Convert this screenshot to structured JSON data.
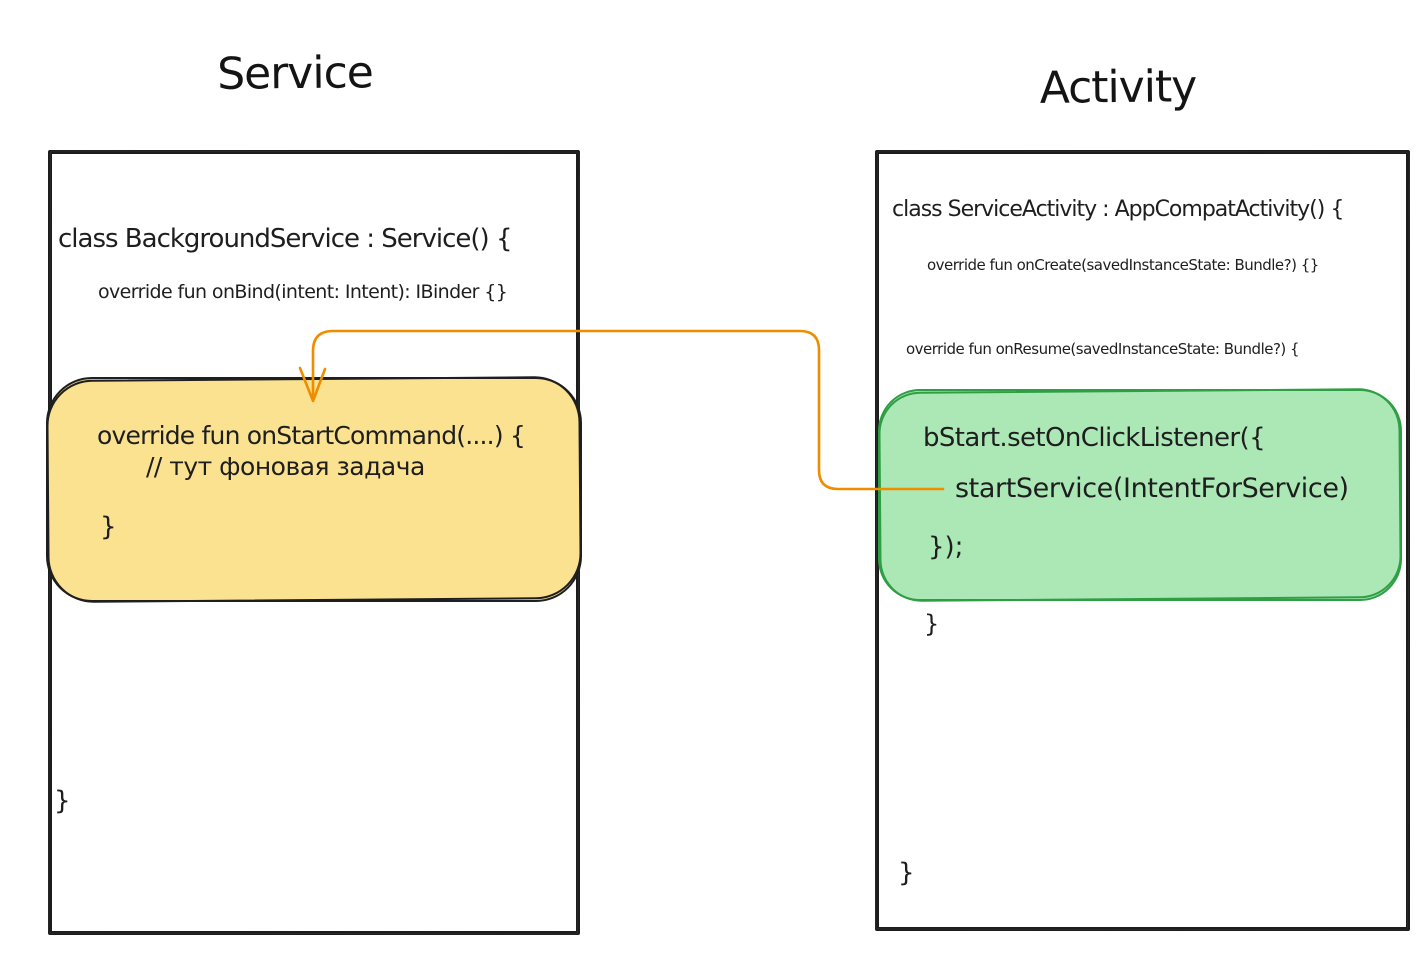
{
  "diagram": {
    "arrow_color": "#f08c00",
    "stroke_color": "#1c1c1c",
    "yellow_fill": "#fae291",
    "green_fill": "#abe8b6",
    "green_stroke": "#2f9e44",
    "arrow_meaning": "startService call triggers onStartCommand"
  },
  "service_panel": {
    "title": "Service",
    "code": {
      "class_decl": "class BackgroundService : Service() {",
      "on_bind": "override fun onBind(intent: Intent): IBinder {}",
      "close_brace": "}"
    },
    "highlight": {
      "line1": "override fun onStartCommand(....) {",
      "line2": "// тут фоновая задача",
      "line3": "}"
    }
  },
  "activity_panel": {
    "title": "Activity",
    "code": {
      "class_decl": "class ServiceActivity : AppCompatActivity() {",
      "on_create": "override fun onCreate(savedInstanceState: Bundle?) {}",
      "on_resume": "override fun onResume(savedInstanceState: Bundle?) {",
      "close_resume": "}",
      "close_brace": "}"
    },
    "highlight": {
      "line1": "bStart.setOnClickListener({",
      "line2": "startService(IntentForService)",
      "line3": "});"
    }
  }
}
